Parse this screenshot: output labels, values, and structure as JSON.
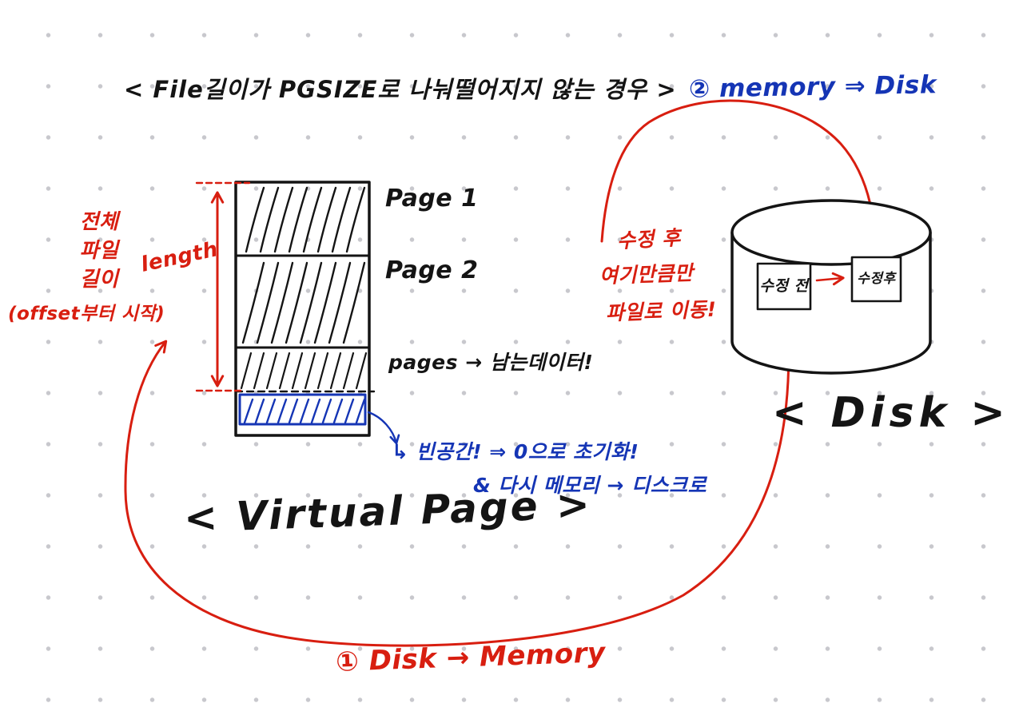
{
  "title": "< File길이가 PGSIZE로 나눠떨어지지 않는 경우 >",
  "left_annotations": {
    "total_file_length": "전체 파일 길이",
    "offset_note": "(offset부터 시작)",
    "length_label": "length"
  },
  "virtual_page": {
    "page1_label": "Page 1",
    "page2_label": "Page 2",
    "pages_label": "pages → 남는데이터!",
    "empty_space_note": "↳ 빈공간! ⇒ 0으로 초기화!",
    "rewrite_note": "& 다시 메모리 → 디스크로",
    "caption": "< Virtual Page >"
  },
  "transfer_notes": {
    "step2_label": "② memory ⇒ Disk",
    "step1_label": "① Disk → Memory",
    "modified_line1": "수정 후",
    "modified_line2": "여기만큼만",
    "modified_line3": "파일로 이동!"
  },
  "disk": {
    "caption": "< Disk >",
    "box_before": "수정 전",
    "box_after": "수정후"
  },
  "colors": {
    "red": "#d81e10",
    "blue": "#1535b5",
    "ink": "#141414"
  }
}
